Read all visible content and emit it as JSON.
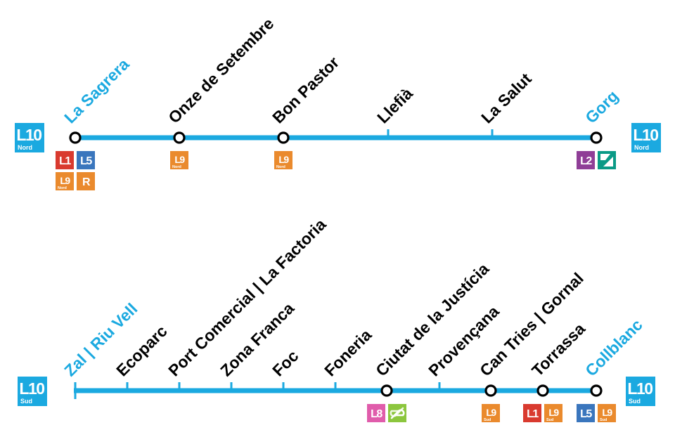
{
  "colors": {
    "line": "#1ba9e0",
    "text": "#000000",
    "terminus_text": "#1ba9e0",
    "l1": "#d93a2f",
    "l2": "#8f3e97",
    "l5": "#3a76bd",
    "l8": "#e05cab",
    "l9": "#ea8a2d",
    "rodalies": "#ea8a2d",
    "tram": "#0a9a86",
    "funicular": "#8cc63e"
  },
  "north": {
    "terminal_badge_left": {
      "line": "L10",
      "sub": "Nord"
    },
    "terminal_badge_right": {
      "line": "L10",
      "sub": "Nord"
    },
    "stations": [
      {
        "name": "La Sagrera",
        "terminus": true,
        "interchange": true,
        "connections": [
          [
            {
              "kind": "line",
              "label": "L1",
              "color": "#d93a2f"
            },
            {
              "kind": "line",
              "label": "L5",
              "color": "#3a76bd"
            }
          ],
          [
            {
              "kind": "line",
              "label": "L9",
              "sub": "Nord",
              "color": "#ea8a2d"
            },
            {
              "kind": "line",
              "label": "R",
              "color": "#ea8a2d"
            }
          ]
        ]
      },
      {
        "name": "Onze de Setembre",
        "terminus": false,
        "interchange": true,
        "connections": [
          [
            {
              "kind": "line",
              "label": "L9",
              "sub": "Nord",
              "color": "#ea8a2d"
            }
          ]
        ]
      },
      {
        "name": "Bon Pastor",
        "terminus": false,
        "interchange": true,
        "connections": [
          [
            {
              "kind": "line",
              "label": "L9",
              "sub": "Nord",
              "color": "#ea8a2d"
            }
          ]
        ]
      },
      {
        "name": "Llefià",
        "terminus": false,
        "interchange": false,
        "connections": []
      },
      {
        "name": "La Salut",
        "terminus": false,
        "interchange": false,
        "connections": []
      },
      {
        "name": "Gorg",
        "terminus": true,
        "interchange": true,
        "connections": [
          [
            {
              "kind": "line",
              "label": "L2",
              "color": "#8f3e97"
            },
            {
              "kind": "tram",
              "color": "#0a9a86"
            }
          ]
        ]
      }
    ]
  },
  "south": {
    "terminal_badge_left": {
      "line": "L10",
      "sub": "Sud"
    },
    "terminal_badge_right": {
      "line": "L10",
      "sub": "Sud"
    },
    "stations": [
      {
        "name": "Zal | Riu Vell",
        "terminus": true,
        "interchange": false,
        "connections": []
      },
      {
        "name": "Ecoparc",
        "terminus": false,
        "interchange": false,
        "connections": []
      },
      {
        "name": "Port Comercial | La Factoria",
        "terminus": false,
        "interchange": false,
        "connections": []
      },
      {
        "name": "Zona Franca",
        "terminus": false,
        "interchange": false,
        "connections": []
      },
      {
        "name": "Foc",
        "terminus": false,
        "interchange": false,
        "connections": []
      },
      {
        "name": "Foneria",
        "terminus": false,
        "interchange": false,
        "connections": []
      },
      {
        "name": "Ciutat de la Justícia",
        "terminus": false,
        "interchange": true,
        "connections": [
          [
            {
              "kind": "line",
              "label": "L8",
              "color": "#e05cab"
            },
            {
              "kind": "funicular",
              "color": "#8cc63e"
            }
          ]
        ]
      },
      {
        "name": "Provençana",
        "terminus": false,
        "interchange": false,
        "connections": []
      },
      {
        "name": "Can Tries | Gornal",
        "terminus": false,
        "interchange": true,
        "connections": [
          [
            {
              "kind": "line",
              "label": "L9",
              "sub": "Sud",
              "color": "#ea8a2d"
            }
          ]
        ]
      },
      {
        "name": "Torrassa",
        "terminus": false,
        "interchange": true,
        "connections": [
          [
            {
              "kind": "line",
              "label": "L1",
              "color": "#d93a2f"
            },
            {
              "kind": "line",
              "label": "L9",
              "sub": "Sud",
              "color": "#ea8a2d"
            }
          ]
        ]
      },
      {
        "name": "Collblanc",
        "terminus": true,
        "interchange": true,
        "connections": [
          [
            {
              "kind": "line",
              "label": "L5",
              "color": "#3a76bd"
            },
            {
              "kind": "line",
              "label": "L9",
              "sub": "Sud",
              "color": "#ea8a2d"
            }
          ]
        ]
      }
    ]
  }
}
